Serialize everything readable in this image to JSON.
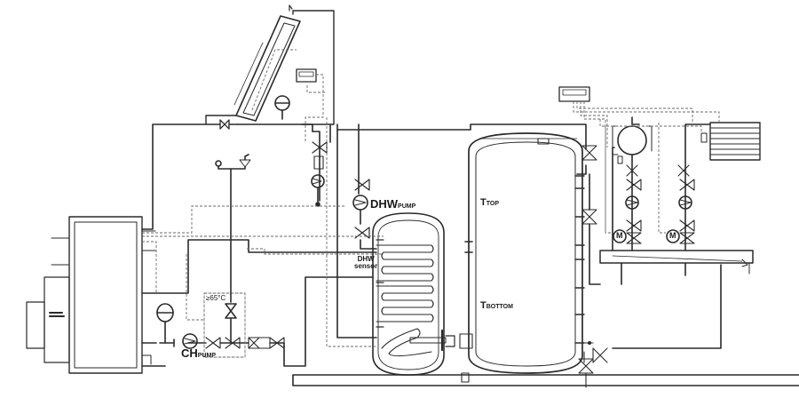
{
  "labels": {
    "dhw_pump": "DHW",
    "dhw_pump_sub": "PUMP",
    "ch_pump": "CH",
    "ch_pump_sub": "PUMP",
    "t_top": "T",
    "t_top_sub": "TOP",
    "t_bottom": "T",
    "t_bottom_sub": "BOTTOM",
    "dhw_sensor_line1": "DHW",
    "dhw_sensor_line2": "sensor",
    "temp_limit": "≥65°C",
    "motor_left": "M",
    "motor_right": "M"
  },
  "colors": {
    "line": "#2a2a2a",
    "dashed": "#6a6a6a",
    "fill": "#ffffff"
  }
}
